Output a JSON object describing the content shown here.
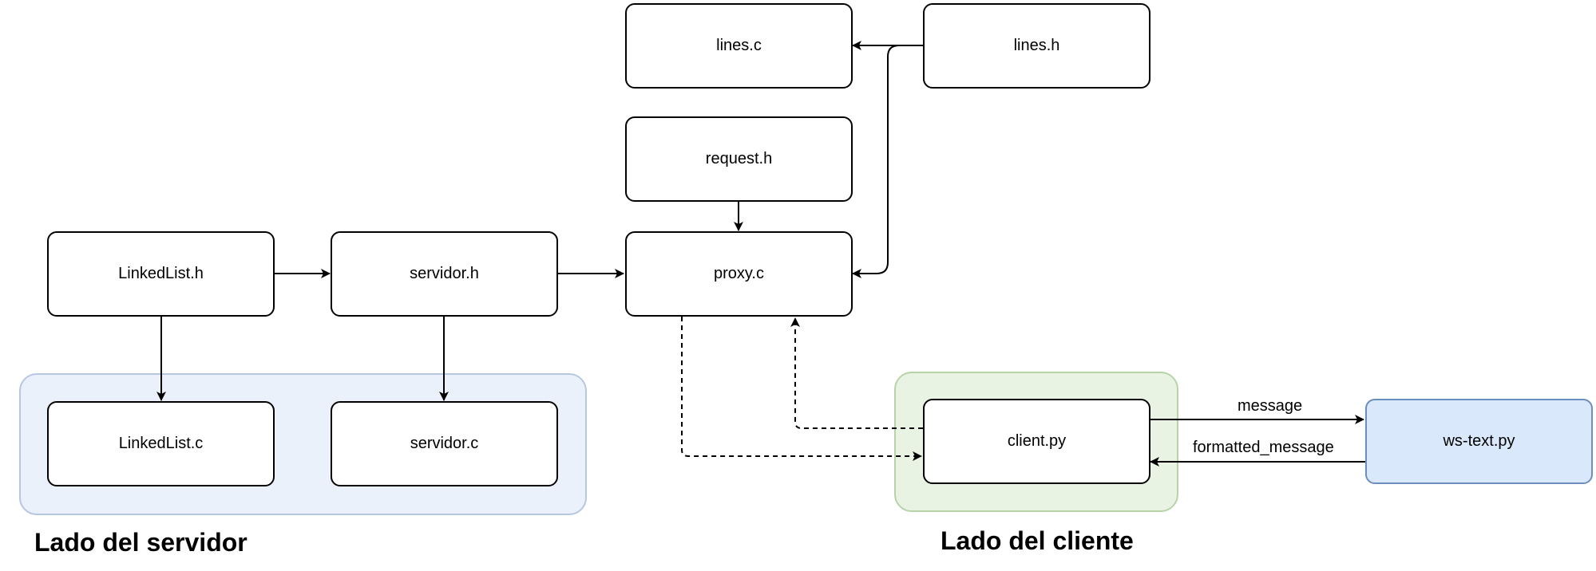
{
  "diagram": {
    "groups": {
      "server": {
        "title": "Lado del servidor"
      },
      "client": {
        "title": "Lado del cliente"
      }
    },
    "nodes": {
      "lines_c": "lines.c",
      "lines_h": "lines.h",
      "request_h": "request.h",
      "linkedlist_h": "LinkedList.h",
      "servidor_h": "servidor.h",
      "proxy_c": "proxy.c",
      "linkedlist_c": "LinkedList.c",
      "servidor_c": "servidor.c",
      "client_py": "client.py",
      "ws_text_py": "ws-text.py"
    },
    "edge_labels": {
      "message": "message",
      "formatted_message": "formatted_message"
    },
    "colors": {
      "server_group_fill": "#ebf1fb",
      "client_group_fill": "#e9f3e3",
      "ws_node_fill": "#dae8fc"
    }
  }
}
